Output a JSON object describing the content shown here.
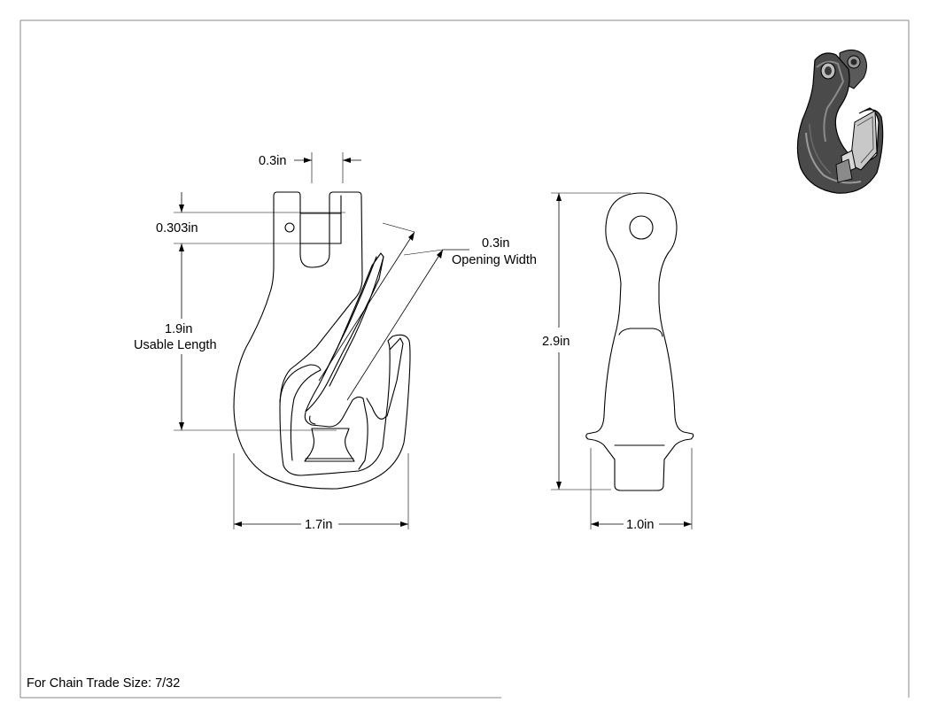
{
  "drawing": {
    "dimensions": {
      "slot_width": "0.3in",
      "pin_hole_offset": "0.303in",
      "opening_width_value": "0.3in",
      "opening_width_label": "Opening Width",
      "usable_length_value": "1.9in",
      "usable_length_label": "Usable Length",
      "overall_width": "1.7in",
      "overall_height": "2.9in",
      "side_width": "1.0in"
    },
    "note": "For Chain Trade Size: 7/32"
  },
  "colors": {
    "line": "#000000",
    "border": "#8a8a8a",
    "iso_shade_dark": "#3a3a3a",
    "iso_shade_mid": "#7a7a7a",
    "iso_shade_light": "#c8c8c8"
  },
  "icons": {
    "isometric_view": "grab-hook-3d-render"
  }
}
